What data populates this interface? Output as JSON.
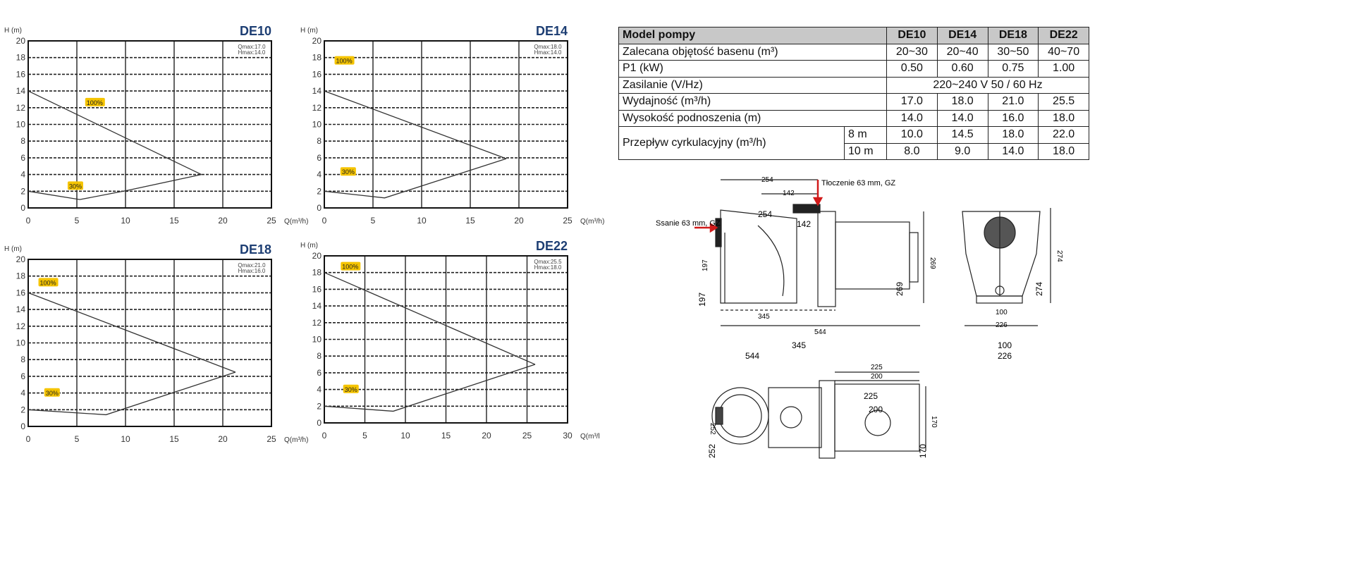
{
  "chart_data": [
    {
      "type": "line",
      "title": "DE10",
      "ylabel": "H (m)",
      "xlabel": "Q(m³/h)",
      "xlim": [
        0,
        25
      ],
      "ylim": [
        0,
        20
      ],
      "xticks": [
        "0",
        "5",
        "10",
        "15",
        "20",
        "25"
      ],
      "yticks": [
        "0",
        "2",
        "4",
        "6",
        "8",
        "10",
        "12",
        "14",
        "16",
        "18",
        "20"
      ],
      "qmax": "Qmax:17.0",
      "hmax": "Hmax:14.0",
      "grid": true,
      "series": [
        {
          "name": "100%",
          "x": [
            0,
            17.8
          ],
          "y": [
            14,
            4
          ]
        },
        {
          "name": "30%",
          "x": [
            0,
            5.3,
            10.2,
            17.8
          ],
          "y": [
            2,
            1.0,
            2.1,
            4
          ]
        }
      ],
      "labels": [
        {
          "text": "100%",
          "x": 6,
          "y": 12.5
        },
        {
          "text": "30%",
          "x": 4.2,
          "y": 2.5
        }
      ]
    },
    {
      "type": "line",
      "title": "DE14",
      "ylabel": "H (m)",
      "xlabel": "Q(m³/h)",
      "xlim": [
        0,
        25
      ],
      "ylim": [
        0,
        20
      ],
      "xticks": [
        "0",
        "5",
        "10",
        "15",
        "20",
        "25"
      ],
      "yticks": [
        "0",
        "2",
        "4",
        "6",
        "8",
        "10",
        "12",
        "14",
        "16",
        "18",
        "20"
      ],
      "qmax": "Qmax:18.0",
      "hmax": "Hmax:14.0",
      "grid": true,
      "series": [
        {
          "name": "100%",
          "x": [
            0,
            18.7
          ],
          "y": [
            14,
            5.9
          ]
        },
        {
          "name": "30%",
          "x": [
            0,
            6.2,
            18.7
          ],
          "y": [
            2,
            1.2,
            5.9
          ]
        }
      ],
      "labels": [
        {
          "text": "100%",
          "x": 1.2,
          "y": 17.5
        },
        {
          "text": "30%",
          "x": 1.8,
          "y": 4.2
        }
      ]
    },
    {
      "type": "line",
      "title": "DE18",
      "ylabel": "H (m)",
      "xlabel": "Q(m³/h)",
      "xlim": [
        0,
        25
      ],
      "ylim": [
        0,
        20
      ],
      "xticks": [
        "0",
        "5",
        "10",
        "15",
        "20",
        "25"
      ],
      "yticks": [
        "0",
        "2",
        "4",
        "6",
        "8",
        "10",
        "12",
        "14",
        "16",
        "18",
        "20"
      ],
      "qmax": "Qmax:21.0",
      "hmax": "Hmax:16.0",
      "grid": true,
      "series": [
        {
          "name": "100%",
          "x": [
            0,
            21.3
          ],
          "y": [
            16,
            6.5
          ]
        },
        {
          "name": "30%",
          "x": [
            0,
            8,
            21.3
          ],
          "y": [
            2,
            1.4,
            6.5
          ]
        }
      ],
      "labels": [
        {
          "text": "100%",
          "x": 1.2,
          "y": 17.1
        },
        {
          "text": "30%",
          "x": 1.8,
          "y": 3.9
        }
      ]
    },
    {
      "type": "line",
      "title": "DE22",
      "ylabel": "H (m)",
      "xlabel": "Q(m³/l",
      "xlim": [
        0,
        30
      ],
      "ylim": [
        0,
        20
      ],
      "xticks": [
        "0",
        "5",
        "10",
        "15",
        "20",
        "25",
        "30"
      ],
      "yticks": [
        "0",
        "2",
        "4",
        "6",
        "8",
        "10",
        "12",
        "14",
        "16",
        "18",
        "20"
      ],
      "qmax": "Qmax:25.5",
      "hmax": "Hmax:18.0",
      "grid": true,
      "series": [
        {
          "name": "100%",
          "x": [
            0,
            26
          ],
          "y": [
            18,
            7
          ]
        },
        {
          "name": "30%",
          "x": [
            0,
            8.5,
            26
          ],
          "y": [
            2,
            1.4,
            7
          ]
        }
      ],
      "labels": [
        {
          "text": "100%",
          "x": 2.2,
          "y": 18.6
        },
        {
          "text": "30%",
          "x": 2.5,
          "y": 3.9
        }
      ]
    }
  ],
  "colors": {
    "title": "#1d3e73",
    "badge": "#f5c400",
    "header_bg": "#c8c8c8",
    "arrow": "#d11a1a"
  },
  "table": {
    "header": [
      "Model pompy",
      "DE10",
      "DE14",
      "DE18",
      "DE22"
    ],
    "rows": [
      {
        "label": "Zalecana objętość basenu (m³)",
        "values": [
          "20~30",
          "20~40",
          "30~50",
          "40~70"
        ]
      },
      {
        "label": "P1 (kW)",
        "values": [
          "0.50",
          "0.60",
          "0.75",
          "1.00"
        ]
      },
      {
        "label": "Zasilanie (V/Hz)",
        "merged": "220~240 V  50 / 60 Hz"
      },
      {
        "label": "Wydajność (m³/h)",
        "values": [
          "17.0",
          "18.0",
          "21.0",
          "25.5"
        ]
      },
      {
        "label": "Wysokość podnoszenia (m)",
        "values": [
          "14.0",
          "14.0",
          "16.0",
          "18.0"
        ]
      }
    ],
    "flow": {
      "label": "Przepływ cyrkulacyjny (m³/h)",
      "sub": [
        {
          "h": "8 m",
          "values": [
            "10.0",
            "14.5",
            "18.0",
            "22.0"
          ]
        },
        {
          "h": "10 m",
          "values": [
            "8.0",
            "9.0",
            "14.0",
            "18.0"
          ]
        }
      ]
    }
  },
  "drawing": {
    "discharge": "Tłoczenie 63 mm, GZ",
    "suction": "Ssanie 63 mm, GZ",
    "side": {
      "d254": "254",
      "d142": "142",
      "d254b": "254",
      "d142b": "142",
      "d197": "197",
      "d197b": "197",
      "d269": "269",
      "d269b": "269",
      "d345": "345",
      "d544": "544"
    },
    "front": {
      "d274": "274",
      "d274b": "274",
      "d100": "100",
      "d226": "226"
    },
    "top": {
      "d225": "225",
      "d200": "200",
      "d225b": "225",
      "d200b": "200",
      "d252": "252",
      "d252b": "252",
      "d170": "170",
      "d170b": "170"
    },
    "loose": {
      "a": "345",
      "b": "544",
      "c": "100",
      "d": "226"
    }
  }
}
